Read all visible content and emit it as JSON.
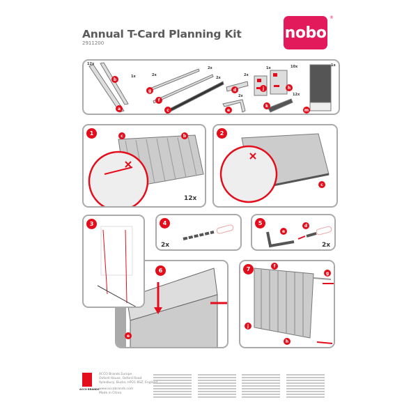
{
  "header": {
    "title": "Annual T-Card Planning Kit",
    "product_code": "2911200",
    "brand_logo": "nobo",
    "registered_mark": "®"
  },
  "parts": {
    "items": [
      {
        "label": "a",
        "qty": "12x"
      },
      {
        "label": "b",
        "qty": "1x"
      },
      {
        "label": "g",
        "qty": "2x"
      },
      {
        "label": "f",
        "qty": "2x"
      },
      {
        "label": "c",
        "qty": "2x"
      },
      {
        "label": "d",
        "qty": "2x"
      },
      {
        "label": "e",
        "qty": "2x"
      },
      {
        "label": "j",
        "qty": "1x"
      },
      {
        "label": "h",
        "qty": "10x"
      },
      {
        "label": "k",
        "qty": "12x"
      },
      {
        "label": "m",
        "qty": "1x"
      }
    ]
  },
  "steps": [
    {
      "number": "1",
      "qty": "12x",
      "callouts": [
        "c",
        "b"
      ]
    },
    {
      "number": "2",
      "callouts": [
        "c"
      ]
    },
    {
      "number": "3"
    },
    {
      "number": "4",
      "qty": "2x"
    },
    {
      "number": "5",
      "qty": "2x",
      "callouts": [
        "e",
        "d"
      ]
    },
    {
      "number": "6",
      "callouts": [
        "e"
      ]
    },
    {
      "number": "7",
      "callouts": [
        "f",
        "g",
        "j",
        "h"
      ]
    }
  ],
  "footer": {
    "company": "ACCO Brands Europe",
    "address_1": "Oxford House, Oxford Road",
    "address_2": "Aylesbury, Bucks, HP21 8SZ, England",
    "website": "www.accobrands.com",
    "origin": "Made in China",
    "acco_logo": "ACCO BRANDS"
  },
  "colors": {
    "accent_red": "#e30d1b",
    "nobo_pink": "#e2195b",
    "panel_border": "#aaaaaa"
  }
}
